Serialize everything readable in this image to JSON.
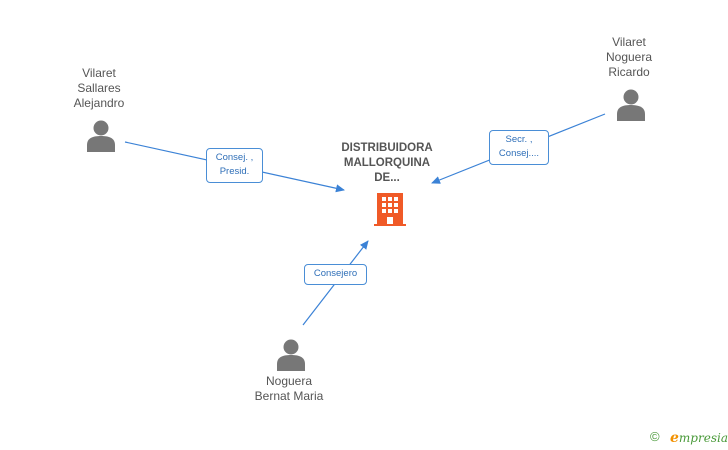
{
  "nodes": {
    "company": {
      "name_line1": "DISTRIBUIDORA",
      "name_line2": "MALLORQUINA",
      "name_line3": "DE...",
      "icon": "building-icon",
      "color": "#f05a28"
    },
    "person_left": {
      "name_line1": "Vilaret",
      "name_line2": "Sallares",
      "name_line3": "Alejandro",
      "icon": "person-icon"
    },
    "person_right": {
      "name_line1": "Vilaret",
      "name_line2": "Noguera",
      "name_line3": "Ricardo",
      "icon": "person-icon"
    },
    "person_bottom": {
      "name_line1": "Noguera",
      "name_line2": "Bernat Maria",
      "icon": "person-icon"
    }
  },
  "relations": {
    "left": {
      "line1": "Consej. ,",
      "line2": "Presid."
    },
    "right": {
      "line1": "Secr. ,",
      "line2": "Consej...."
    },
    "bottom": {
      "line1": "Consejero"
    }
  },
  "colors": {
    "edge": "#3b82d6",
    "person": "#777777",
    "brand": "#4a9a3a",
    "brand_accent": "#f29100"
  },
  "footer": {
    "copyright_symbol": "©",
    "brand_initial": "e",
    "brand_rest": "mpresia"
  }
}
